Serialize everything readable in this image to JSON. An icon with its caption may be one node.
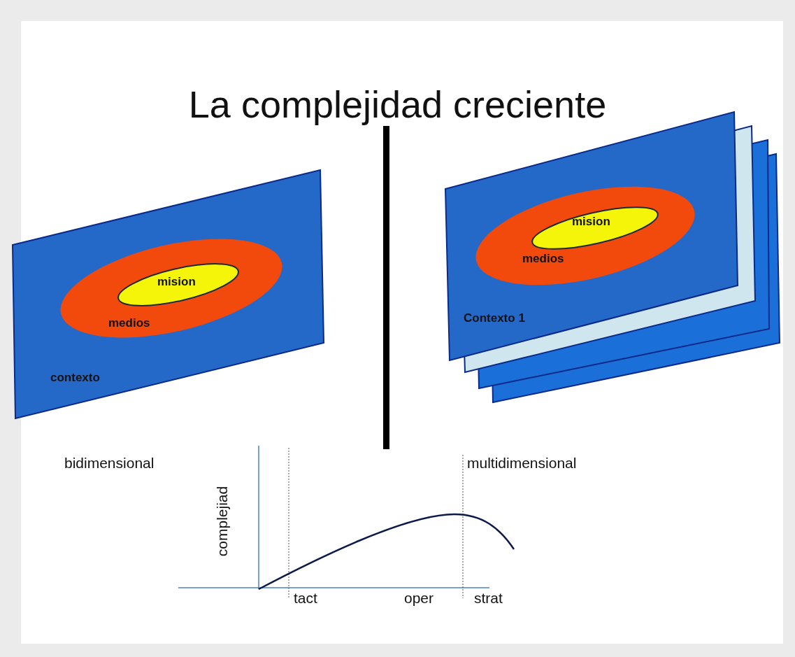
{
  "diagram": {
    "title": "La complejidad creciente",
    "nodes": [
      {
        "text": [
          "contexto"
        ]
      },
      {
        "text": [
          "medios"
        ],
        "in": 0
      },
      {
        "text": [
          "mision"
        ],
        "in": 1
      },
      {
        "text": [
          "Contexto 1"
        ]
      },
      {
        "text": [
          "medios"
        ],
        "in": 3
      },
      {
        "text": [
          "mision"
        ],
        "in": 4
      }
    ],
    "edges": [],
    "labels": [
      "bidimensional",
      "multidimensional",
      "complejiad",
      "tact",
      "oper",
      "strat"
    ]
  }
}
